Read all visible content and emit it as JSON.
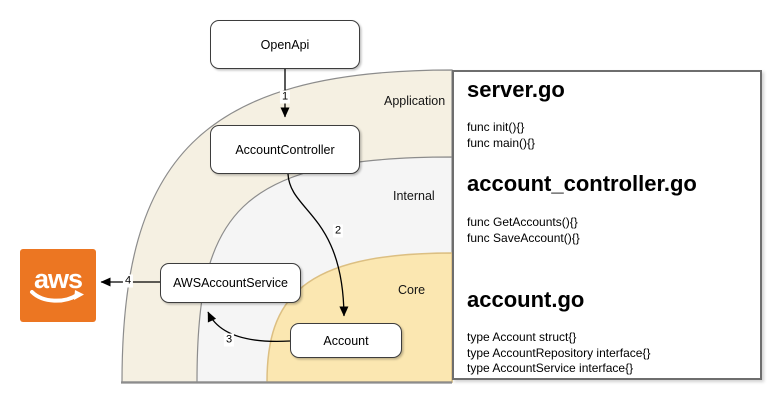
{
  "diagram": {
    "layers": [
      {
        "label": "Application",
        "fill": "#F5F0E2"
      },
      {
        "label": "Internal",
        "fill": "#F5F5F5"
      },
      {
        "label": "Core",
        "fill": "#FBE7B1"
      }
    ],
    "nodes": [
      {
        "label": "OpenApi"
      },
      {
        "label": "AccountController"
      },
      {
        "label": "AWSAccountService"
      },
      {
        "label": "Account"
      }
    ],
    "aws_logo": {
      "text": "aws"
    },
    "arrow_labels": [
      "1",
      "2",
      "3",
      "4"
    ]
  },
  "panel": {
    "sections": [
      {
        "title": "server.go",
        "lines": [
          "func init(){}",
          "func main(){}"
        ]
      },
      {
        "title": "account_controller.go",
        "lines": [
          "func GetAccounts(){}",
          "func SaveAccount(){}"
        ]
      },
      {
        "title": "account.go",
        "lines": [
          "type Account struct{}",
          "type AccountRepository interface{}",
          "type AccountService interface{}"
        ]
      }
    ]
  },
  "colors": {
    "application_fill": "#F5F0E2",
    "internal_fill": "#F5F5F5",
    "core_fill": "#FBE7B1",
    "core_stroke": "#DCBF82",
    "band_stroke": "#8C8C8C",
    "aws_orange": "#EC7622",
    "panel_border": "#6E6E6E"
  }
}
